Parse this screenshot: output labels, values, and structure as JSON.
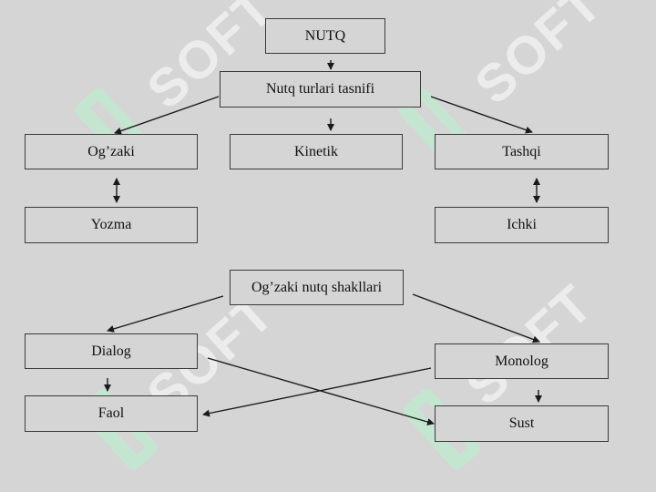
{
  "diagram": {
    "title": "NUTQ",
    "classification": "Nutq turlari tasnifi",
    "types": {
      "left_top": "Og’zaki",
      "left_bottom": "Yozma",
      "center": "Kinetik",
      "right_top": "Tashqi",
      "right_bottom": "Ichki"
    },
    "forms": {
      "header": "Og’zaki nutq shakllari",
      "dialog": "Dialog",
      "monolog": "Monolog",
      "faol": "Faol",
      "sust": "Sust"
    }
  },
  "watermark": {
    "text": "SOFT"
  },
  "colors": {
    "background": "#d5d5d5",
    "border": "#3a3a3a",
    "arrow": "#1a1a1a"
  }
}
